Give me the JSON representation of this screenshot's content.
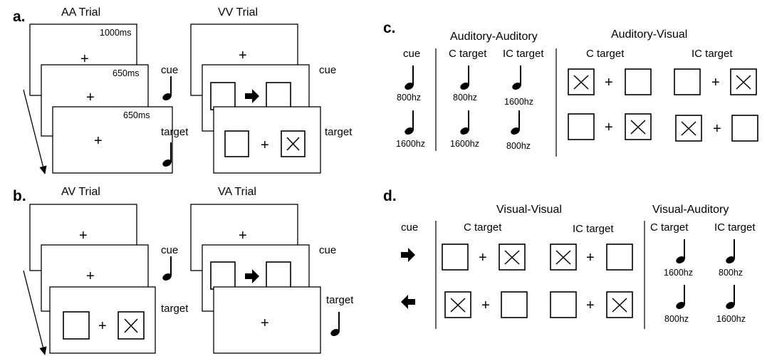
{
  "panels": {
    "a": "a.",
    "b": "b.",
    "c": "c.",
    "d": "d."
  },
  "trials": {
    "aa": "AA Trial",
    "vv": "VV Trial",
    "av": "AV Trial",
    "va": "VA Trial"
  },
  "timing": {
    "t1": "1000ms",
    "t2": "650ms",
    "t3": "650ms"
  },
  "labels": {
    "cue": "cue",
    "target": "target",
    "plus": "+"
  },
  "panel_c": {
    "aa_header": "Auditory-Auditory",
    "av_header": "Auditory-Visual",
    "cue": "cue",
    "c_target": "C target",
    "ic_target": "IC target",
    "cue_hz": [
      "800hz",
      "1600hz"
    ],
    "c_hz": [
      "800hz",
      "1600hz"
    ],
    "ic_hz": [
      "1600hz",
      "800hz"
    ]
  },
  "panel_d": {
    "vv_header": "Visual-Visual",
    "va_header": "Visual-Auditory",
    "cue": "cue",
    "c_target": "C target",
    "ic_target": "IC target",
    "c_hz": [
      "1600hz",
      "800hz"
    ],
    "ic_hz": [
      "800hz",
      "1600hz"
    ]
  }
}
